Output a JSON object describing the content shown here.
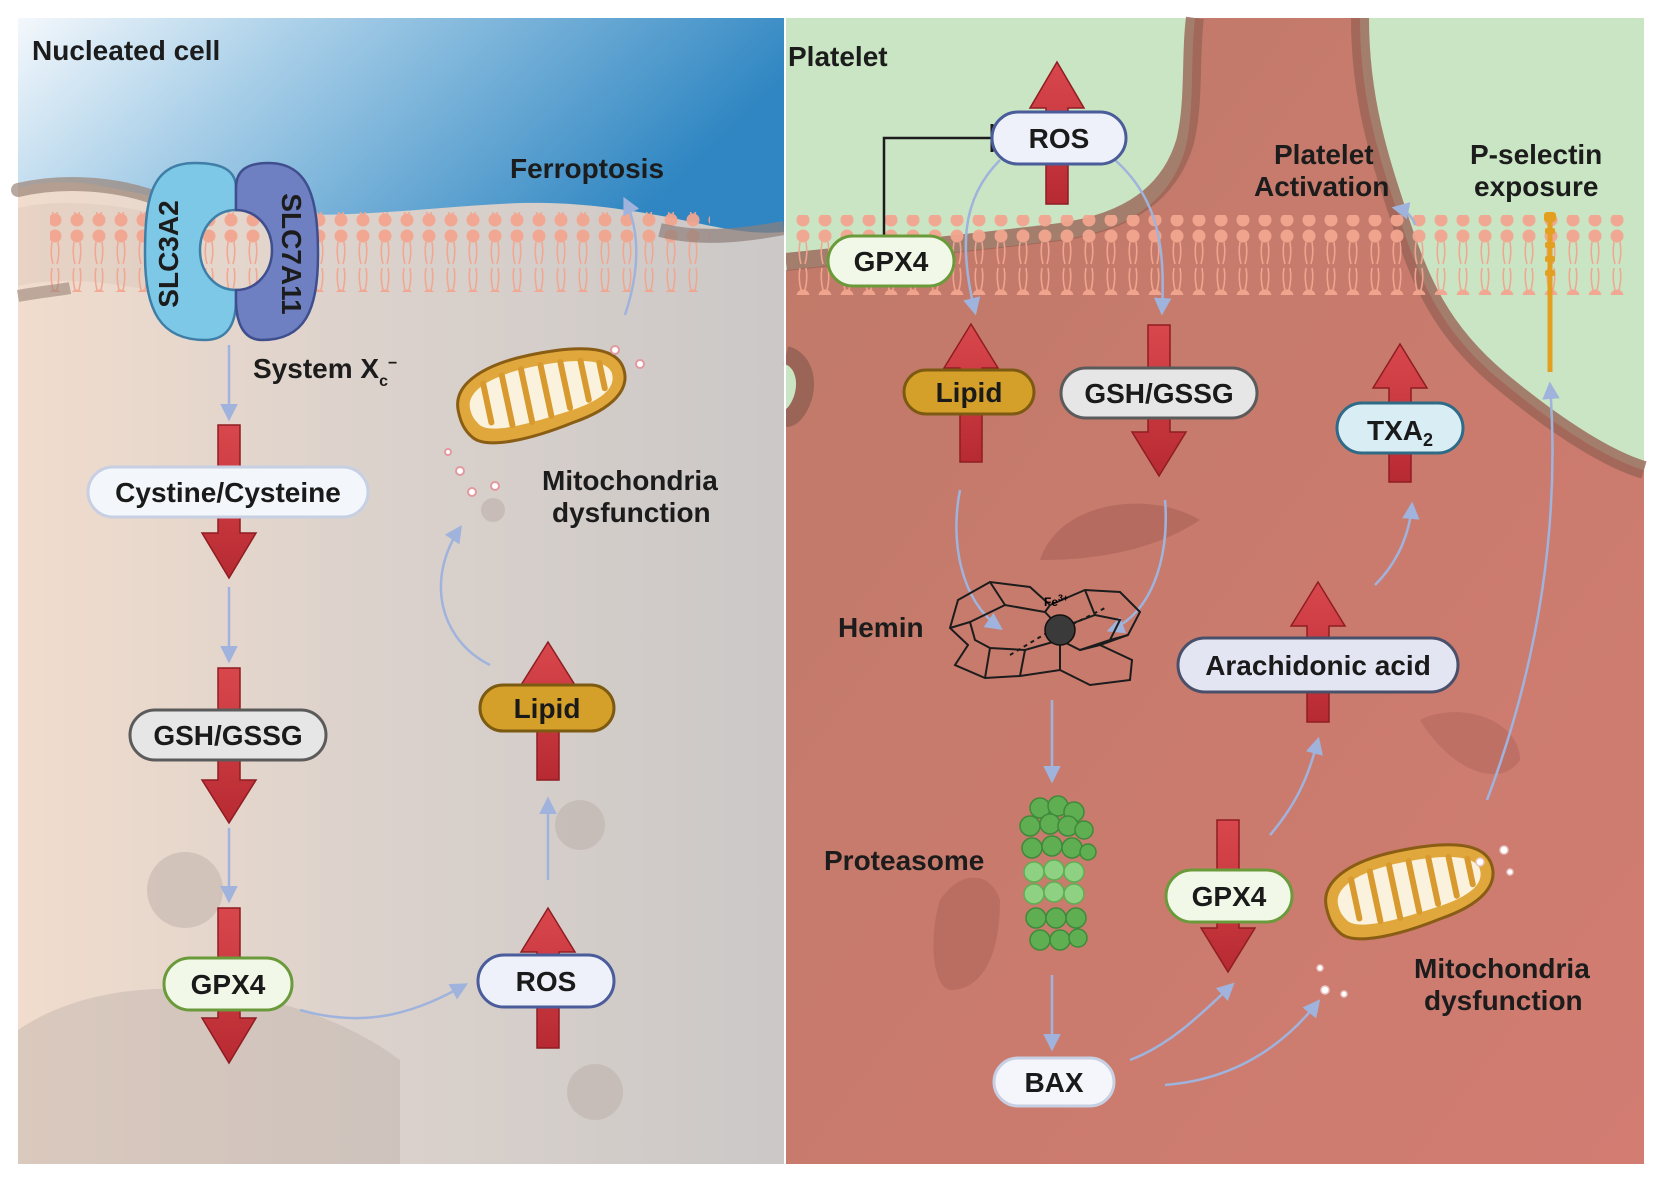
{
  "panels": {
    "left_title": "Nucleated cell",
    "right_title": "Platelet"
  },
  "left": {
    "transporter_a": "SLC3A2",
    "transporter_b": "SLC7A11",
    "system_label": "System X",
    "system_sub": "c",
    "system_sup": "−",
    "cystine": "Cystine/Cysteine",
    "gsh": "GSH/GSSG",
    "gpx4": "GPX4",
    "ros": "ROS",
    "lipid": "Lipid",
    "ferroptosis": "Ferroptosis",
    "mito_line1": "Mitochondria",
    "mito_line2": "dysfunction"
  },
  "right": {
    "ros": "ROS",
    "gpx4_top": "GPX4",
    "lipid": "Lipid",
    "gsh": "GSH/GSSG",
    "platelet_act_line1": "Platelet",
    "platelet_act_line2": "Activation",
    "pselectin_line1": "P-selectin",
    "pselectin_line2": "exposure",
    "txa": "TXA",
    "txa_sub": "2",
    "hemin": "Hemin",
    "fe": "Fe",
    "fe_sup": "3+",
    "arachidonic": "Arachidonic acid",
    "proteasome": "Proteasome",
    "gpx4_bottom": "GPX4",
    "bax": "BAX",
    "mito_line1": "Mitochondria",
    "mito_line2": "dysfunction"
  },
  "colors": {
    "up_down_arrow": "#c8323a",
    "flow_arrow": "#9fb3dc",
    "lipid_pill": "#d4a02a",
    "gpx4_pill_border": "#6a9a3a",
    "ros_pill_border": "#4a5c9a",
    "gsh_pill_fill": "#e6e6e6",
    "txa_pill_fill": "#d8eef4",
    "platelet_cytoplasm": "#c9786a",
    "extracellular_top": "#3a8fc6"
  }
}
